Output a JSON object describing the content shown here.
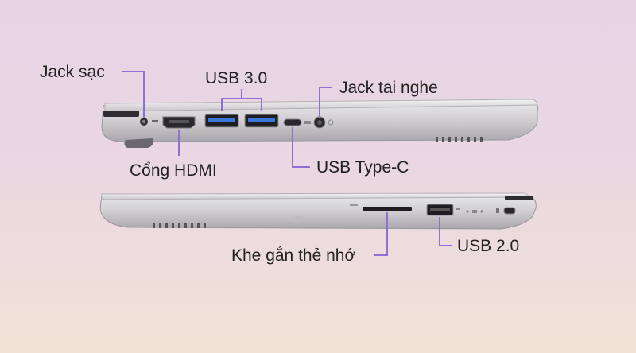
{
  "labels": {
    "jack_sac": "Jack sạc",
    "usb30": "USB 3.0",
    "jack_tai_nghe": "Jack tai nghe",
    "cong_hdmi": "Cổng HDMI",
    "usb_type_c": "USB Type-C",
    "khe_the_nho": "Khe gắn thẻ nhớ",
    "usb20": "USB 2.0"
  },
  "colors": {
    "callout": "#8d6fd6",
    "usb3_blue": "#3b78d8"
  }
}
